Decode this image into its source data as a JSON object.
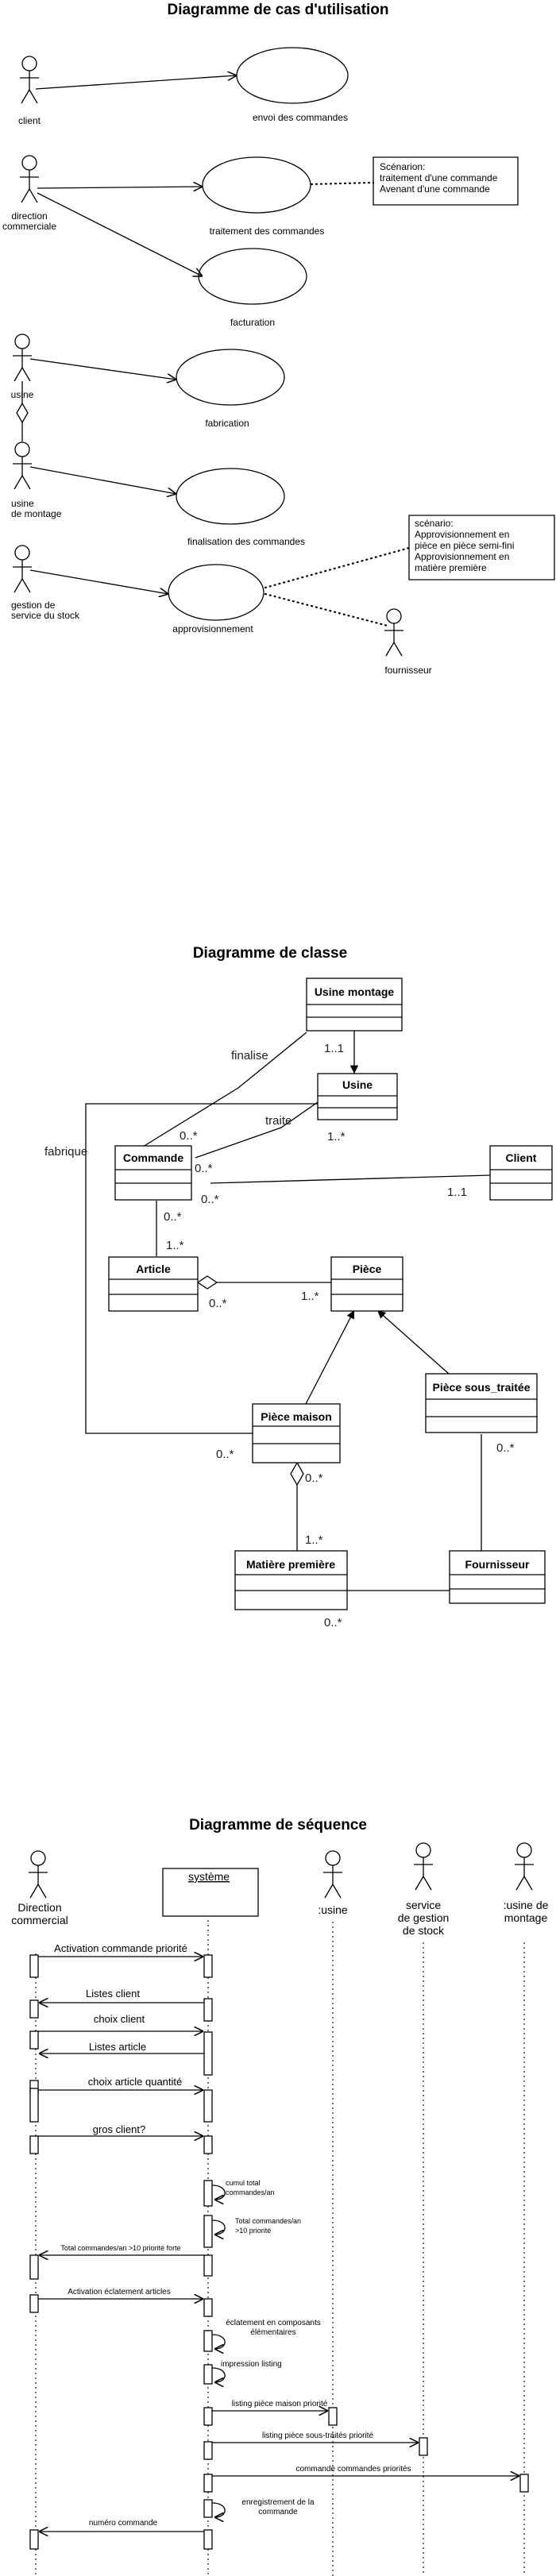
{
  "usecase": {
    "title": "Diagramme de cas d'utilisation",
    "actors": [
      "client",
      "direction\ncommerciale",
      "usine",
      "usine\nde montage",
      "gestion de\nservice du stock",
      "fournisseur"
    ],
    "usecases": [
      "envoi des commandes",
      "traitement des commandes",
      "facturation",
      "fabrication",
      "finalisation des commandes",
      "approvisionnement"
    ],
    "notes": [
      [
        "Scénarion:",
        "traitement d'une commande",
        "Avenant d'une commande"
      ],
      [
        "scénario:",
        "Approvisionnement en",
        "pièce en pièce semi-fini",
        "Approvisionnement en",
        "matière première"
      ]
    ]
  },
  "classes": {
    "title": "Diagramme de classe",
    "names": {
      "usine_montage": "Usine montage",
      "usine": "Usine",
      "commande": "Commande",
      "client": "Client",
      "article": "Article",
      "piece": "Pièce",
      "piece_maison": "Pièce maison",
      "piece_soustraitee": "Pièce sous_traitée",
      "matiere": "Matière première",
      "fournisseur": "Fournisseur"
    },
    "assoc": {
      "finalise": "finalise",
      "traite": "traite",
      "fabrique": "fabrique"
    },
    "mult": {
      "m_um_usine": "1..1",
      "m_usine_traite": "1..*",
      "m_cmd_top": "0..*",
      "m_cmd_traite": "0..*",
      "m_cmd_client_a": "0..*",
      "m_client": "1..1",
      "m_cmd_article": "0..*",
      "m_article_top": "1..*",
      "m_article_piece": "0..*",
      "m_piece": "1..*",
      "m_pm_fab": "0..*",
      "m_pm_agg": "0..*",
      "m_mp_top": "1..*",
      "m_pst": "0..*",
      "m_mp_bottom": "0..*"
    }
  },
  "sequence": {
    "title": "Diagramme de séquence",
    "lifelines": [
      "Direction\ncommercial",
      "système",
      ":usine",
      "service\nde gestion\nde stock",
      ":usine de\nmontage"
    ],
    "messages": [
      "Activation  commande  priorité",
      "Listes client",
      "choix client",
      "Listes article",
      "choix article quantité",
      "gros client?",
      "cumul total\ncommandes/an",
      "Total commandes/an\n>10 priorité",
      "Total commandes/an >10 priorité forte",
      "Activation éclatement articles",
      "éclatement en composants\nélémentaires",
      "impression listing",
      "listing pièce maison priorité",
      "listing pièce sous-traités priorité",
      "commande commandes priorités",
      "enregistrement de la\ncommande",
      "numéro commande"
    ]
  }
}
